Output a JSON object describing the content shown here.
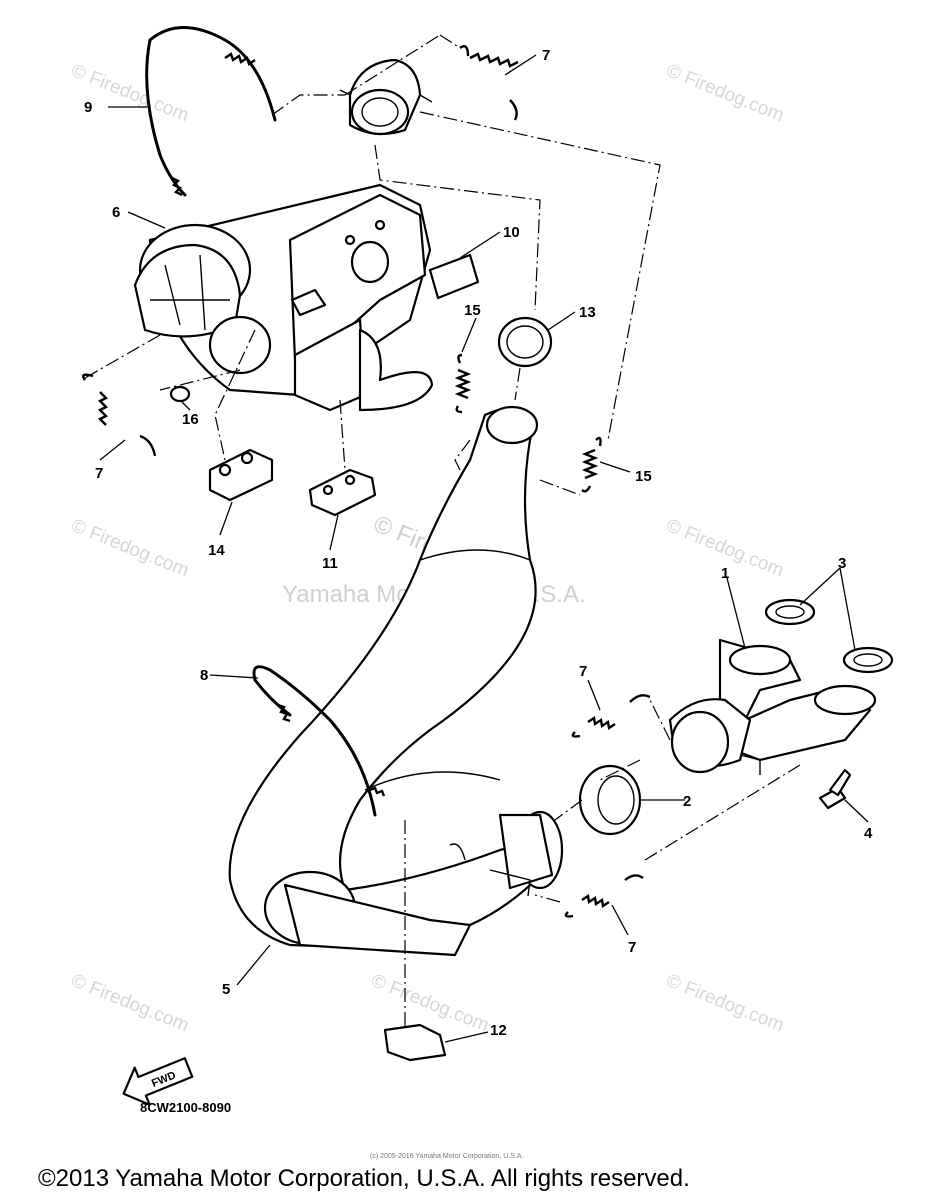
{
  "callouts": [
    "1",
    "2",
    "3",
    "4",
    "5",
    "6",
    "7",
    "7",
    "7",
    "7",
    "8",
    "9",
    "10",
    "11",
    "12",
    "13",
    "14",
    "15",
    "15",
    "16"
  ],
  "watermark_small": "© Firedog.com",
  "watermark_center_1": "© Firedog.com",
  "watermark_center_2": "Yamaha Motor Corp., U.S.A.",
  "fwd_label": "FWD",
  "diagram_code": "8CW2100-8090",
  "fine_print": "(c) 2005-2016 Yamaha Motor Corporation, U.S.A.",
  "copyright": "©2013 Yamaha Motor Corporation, U.S.A. All rights reserved."
}
